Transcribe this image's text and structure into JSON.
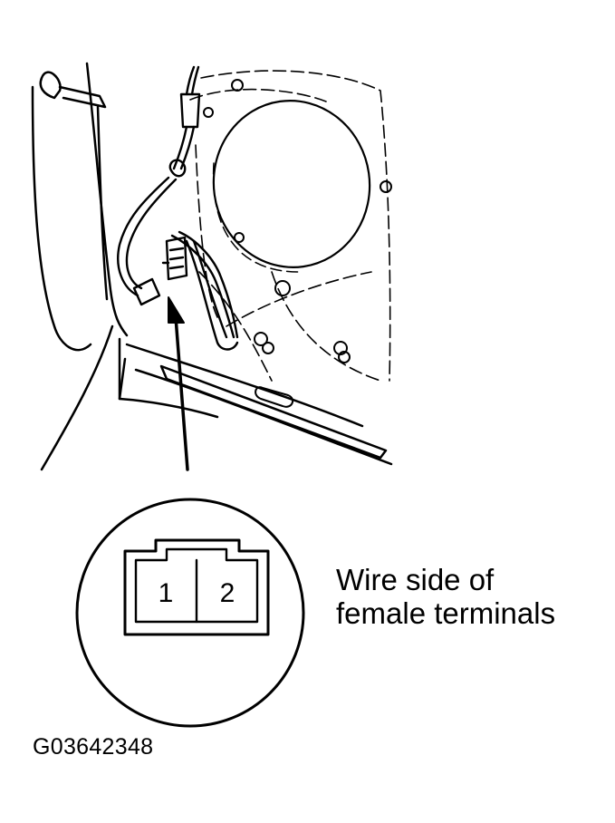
{
  "callout": {
    "line1": "Wire side of",
    "line2": "female terminals"
  },
  "connector": {
    "pins": [
      "1",
      "2"
    ]
  },
  "figure_id": "G03642348",
  "colors": {
    "ink": "#000000",
    "paper": "#ffffff"
  }
}
